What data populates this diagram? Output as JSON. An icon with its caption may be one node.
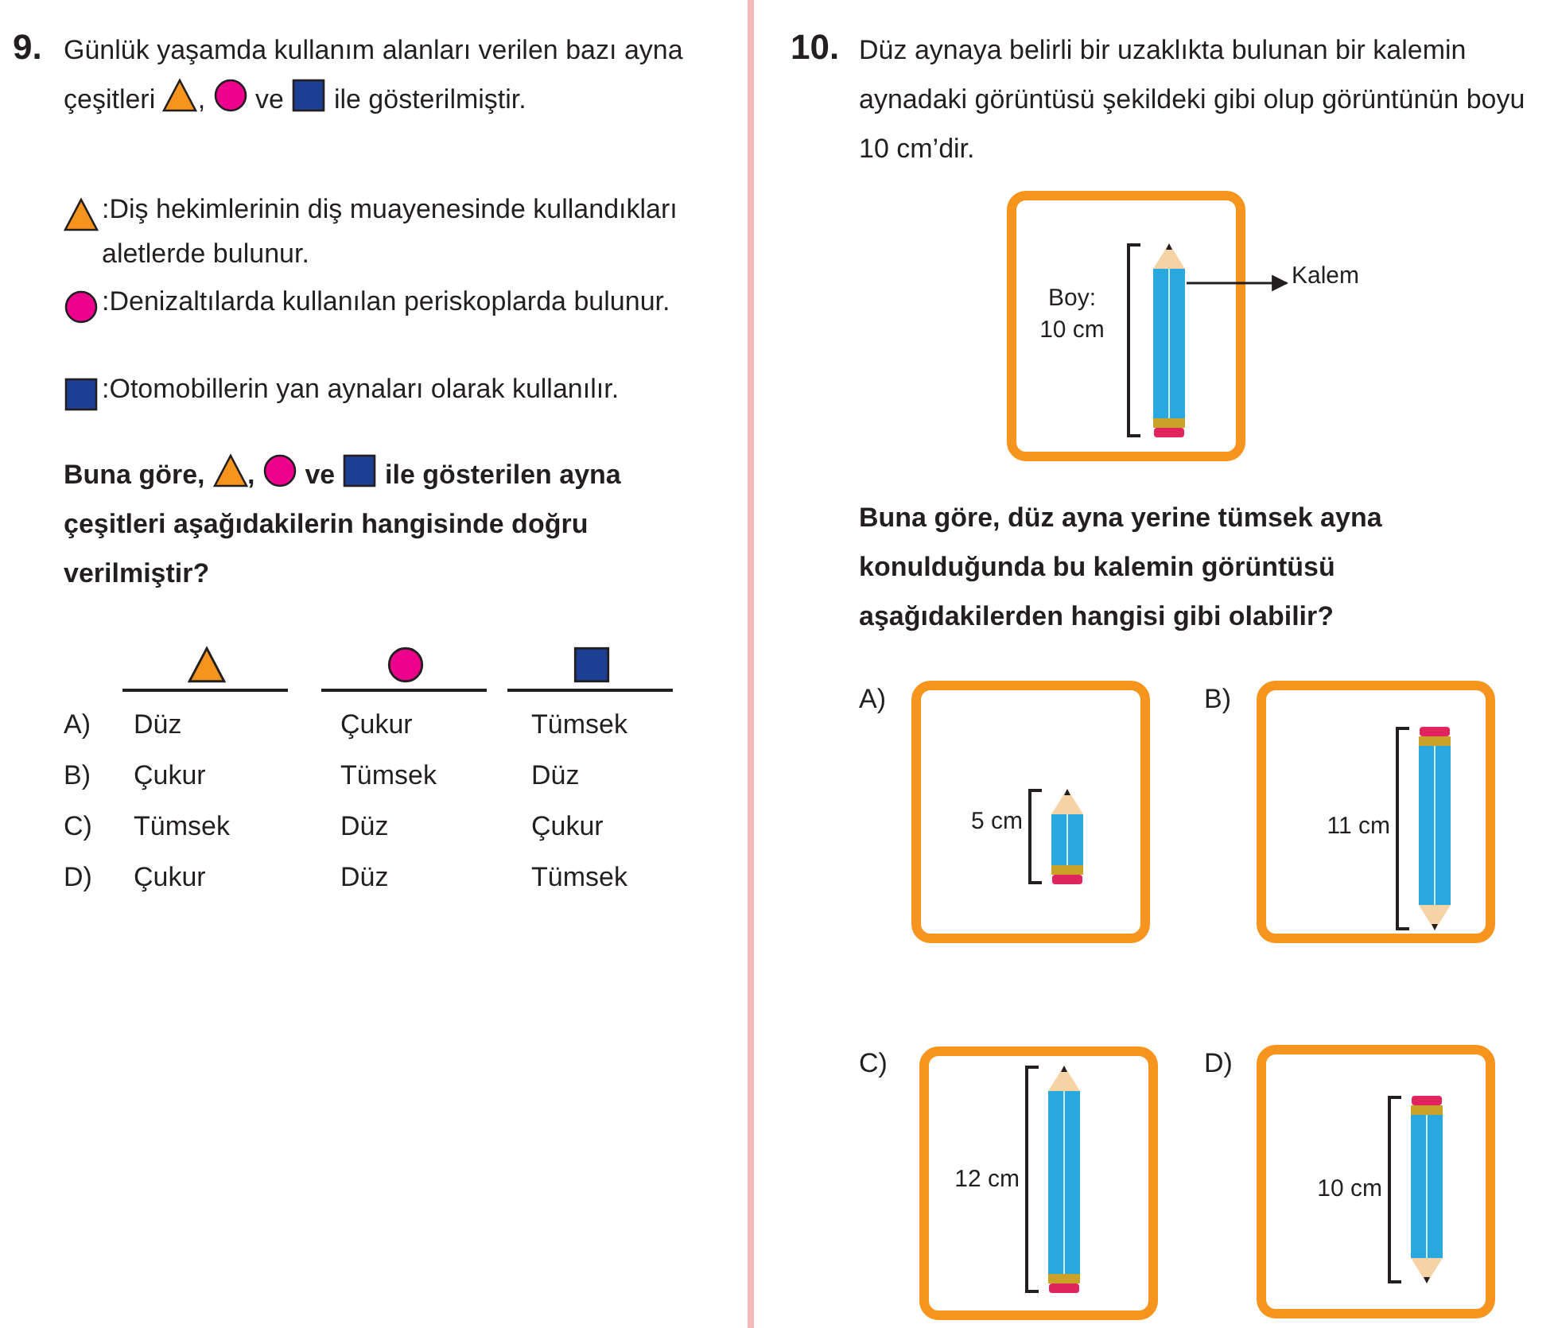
{
  "diagram": {
    "nodes": [
      {
        "text": [
          "Boy: 10 cm"
        ]
      },
      {
        "text": [],
        "shape": "picture",
        "in": 0
      },
      {
        "text": [
          "Kalem"
        ]
      },
      {
        "text": [
          "5 cm"
        ],
        "beside": [
          "A)"
        ]
      },
      {
        "text": [
          "11 cm"
        ],
        "beside": [
          "B)"
        ]
      },
      {
        "text": [
          "12 cm"
        ],
        "beside": [
          "C)"
        ]
      },
      {
        "text": [
          "10 cm"
        ],
        "beside": [
          "D)"
        ]
      }
    ],
    "edges": [
      {
        "from": 1,
        "to": 2,
        "arrow": "to"
      }
    ],
    "labels": [
      "9.",
      "Günlük yaşamda kullanım alanları verilen bazı ayna çeşitleri",
      ",",
      "ve",
      "ile gösterilmiştir.",
      ":Diş hekimlerinin diş muayenesinde kullandıkları aletlerde bulunur.",
      ":Denizaltılarda kullanılan periskoplarda bulunur.",
      ":Otomobillerin yan aynaları olarak kullanılır.",
      "Buna göre,",
      ",",
      "ve",
      "ile gösterilen ayna çeşitleri aşağıdakilerin hangisinde doğru verilmiştir?",
      "A)",
      "Düz",
      "Çukur",
      "Tümsek",
      "B)",
      "Çukur",
      "Tümsek",
      "Düz",
      "C)",
      "Tümsek",
      "Düz",
      "Çukur",
      "D)",
      "Çukur",
      "Düz",
      "Tümsek",
      "10.",
      "Düz aynaya belirli bir uzaklıkta bulunan bir kalemin aynadaki görüntüsü şekildeki gibi olup görüntünün boyu 10 cm’dir.",
      "Buna göre, düz ayna yerine tümsek ayna konulduğunda bu kalemin görüntüsü aşağıdakilerden hangisi gibi olabilir?"
    ]
  }
}
